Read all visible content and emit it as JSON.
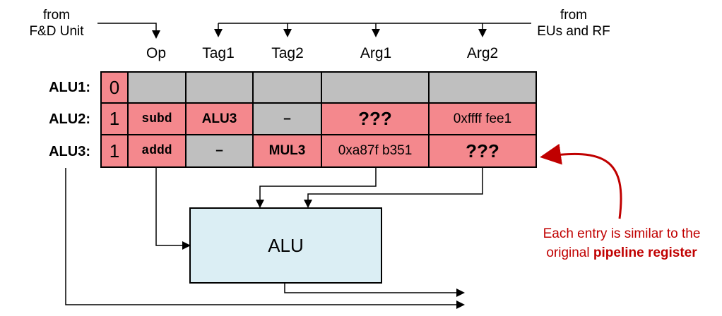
{
  "sources": {
    "left": [
      "from",
      "F&D Unit"
    ],
    "right": [
      "from",
      "EUs and RF"
    ]
  },
  "columns": [
    "Op",
    "Tag1",
    "Tag2",
    "Arg1",
    "Arg2"
  ],
  "rows": [
    {
      "label": "ALU1:",
      "valid": "0",
      "cells": [
        "",
        "",
        "",
        "",
        ""
      ]
    },
    {
      "label": "ALU2:",
      "valid": "1",
      "cells": [
        "subd",
        "ALU3",
        "–",
        "???",
        "0xffff fee1"
      ]
    },
    {
      "label": "ALU3:",
      "valid": "1",
      "cells": [
        "addd",
        "–",
        "MUL3",
        "0xa87f b351",
        "???"
      ]
    }
  ],
  "alu_label": "ALU",
  "note": {
    "line1": "Each entry is similar to the",
    "line2_prefix": "original ",
    "line2_bold": "pipeline register"
  },
  "colors": {
    "entry_fill": "#f4888d",
    "empty_fill": "#bfbfbf",
    "alu_fill": "#dbeef4",
    "note_color": "#c00000"
  }
}
